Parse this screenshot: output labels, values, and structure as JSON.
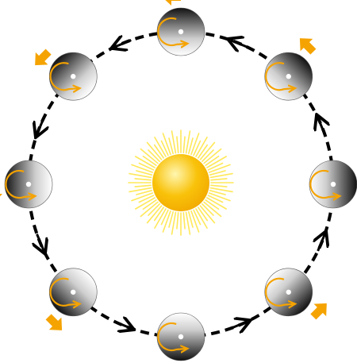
{
  "diagram": {
    "center_object": {
      "icon": "sun-icon"
    },
    "orbit": {
      "direction": "counter-clockwise"
    },
    "orbiting_object": {
      "icon": "planet-icon",
      "count": 8,
      "rotation_direction": "counter-clockwise",
      "motion_arrow_icon": "arrow-icon"
    },
    "colors": {
      "background": "#ffffff",
      "orbit_line": "#000000",
      "sun_core": "#f9c20a",
      "sun_rays": "#ffe85a",
      "sun_highlight": "#fff6b0",
      "planet_light": "#ffffff",
      "planet_dark": "#111111",
      "rotation_arrow": "#f5a300",
      "motion_arrow": "#f5a300",
      "axis_dot": "#ffffff"
    }
  }
}
